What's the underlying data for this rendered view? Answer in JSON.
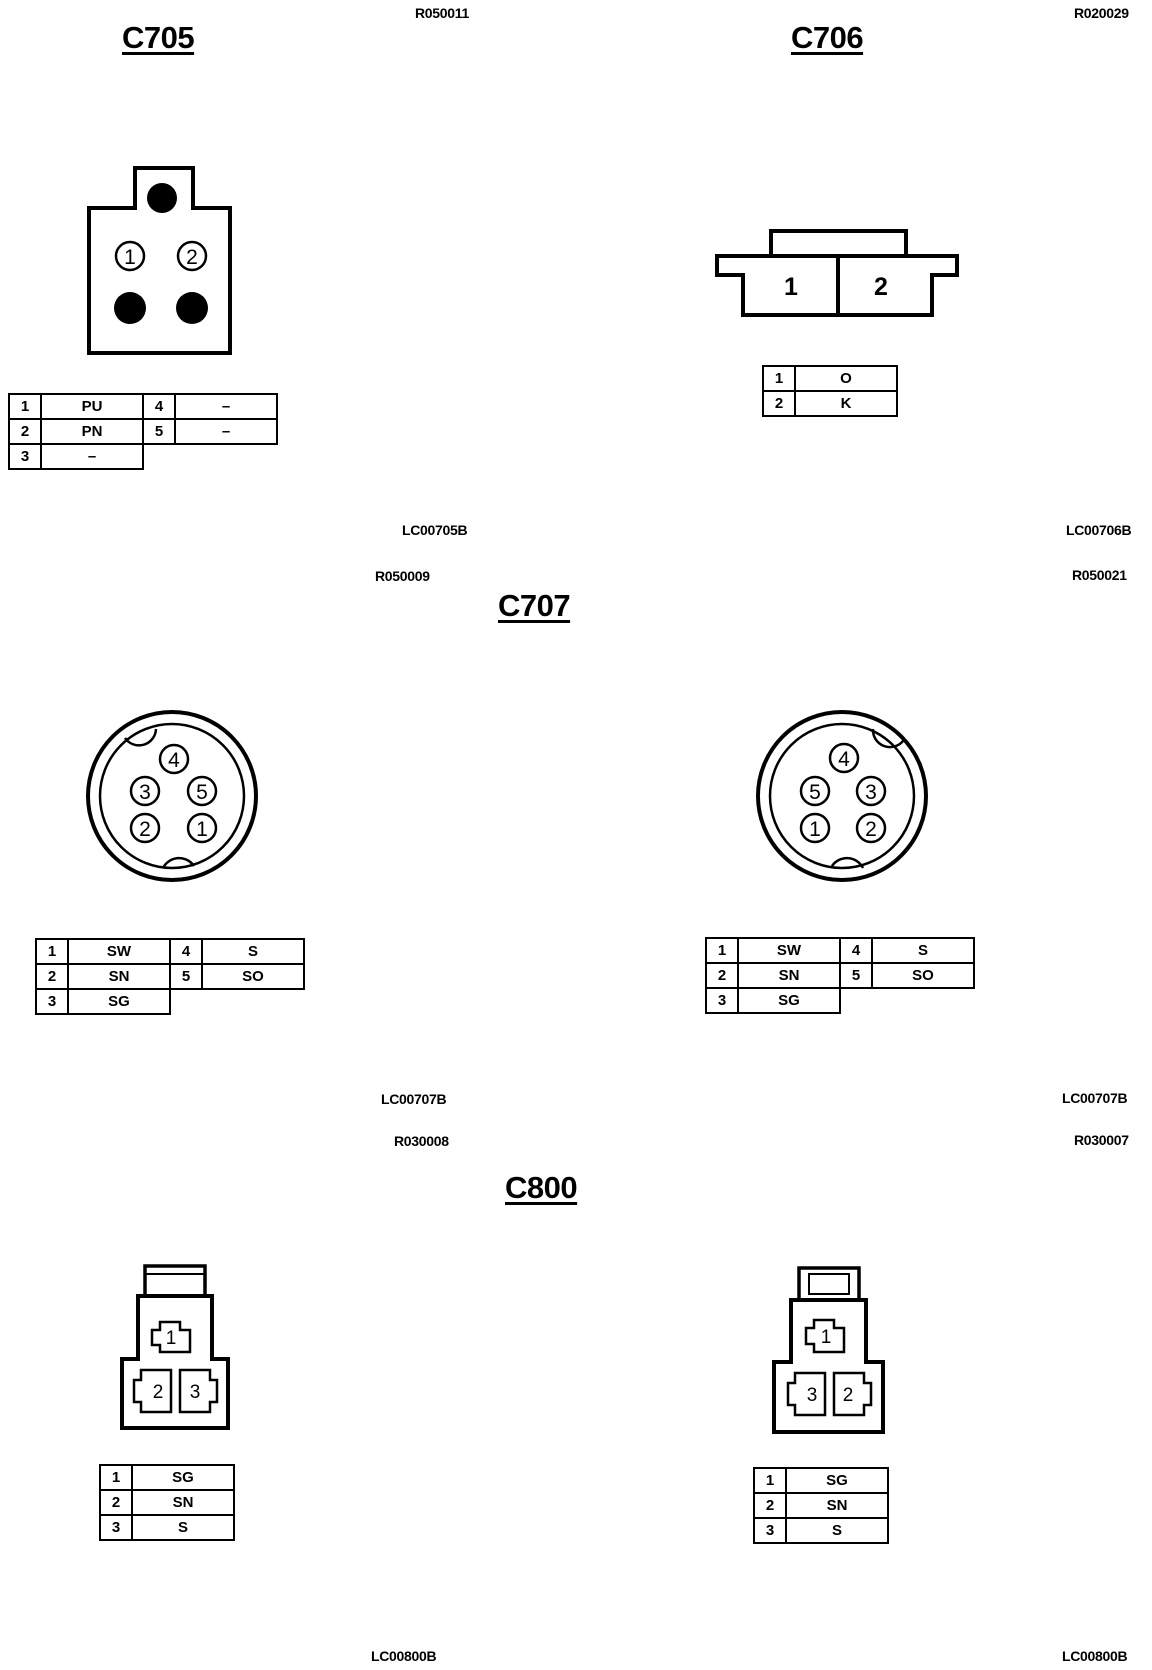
{
  "c705": {
    "title": "C705",
    "ref_top": "R050011",
    "ref_bottom": "LC00705B",
    "pin_labels": [
      "1",
      "2"
    ],
    "table": [
      {
        "n1": "1",
        "v1": "PU",
        "n2": "4",
        "v2": "–"
      },
      {
        "n1": "2",
        "v1": "PN",
        "n2": "5",
        "v2": "–"
      },
      {
        "n1": "3",
        "v1": "–"
      }
    ]
  },
  "c706": {
    "title": "C706",
    "ref_top": "R020029",
    "ref_bottom": "LC00706B",
    "pin_labels": [
      "1",
      "2"
    ],
    "table": [
      {
        "n1": "1",
        "v1": "O"
      },
      {
        "n1": "2",
        "v1": "K"
      }
    ]
  },
  "c707": {
    "title": "C707",
    "left": {
      "ref_top": "R050009",
      "ref_bottom": "LC00707B",
      "pin_labels": [
        "4",
        "3",
        "5",
        "2",
        "1"
      ],
      "table": [
        {
          "n1": "1",
          "v1": "SW",
          "n2": "4",
          "v2": "S"
        },
        {
          "n1": "2",
          "v1": "SN",
          "n2": "5",
          "v2": "SO"
        },
        {
          "n1": "3",
          "v1": "SG"
        }
      ]
    },
    "right": {
      "ref_top": "R050021",
      "ref_bottom": "LC00707B",
      "pin_labels": [
        "4",
        "5",
        "3",
        "1",
        "2"
      ],
      "table": [
        {
          "n1": "1",
          "v1": "SW",
          "n2": "4",
          "v2": "S"
        },
        {
          "n1": "2",
          "v1": "SN",
          "n2": "5",
          "v2": "SO"
        },
        {
          "n1": "3",
          "v1": "SG"
        }
      ]
    }
  },
  "c800": {
    "title": "C800",
    "left": {
      "ref_top": "R030008",
      "ref_bottom": "LC00800B",
      "pin_labels": [
        "1",
        "2",
        "3"
      ],
      "table": [
        {
          "n1": "1",
          "v1": "SG"
        },
        {
          "n1": "2",
          "v1": "SN"
        },
        {
          "n1": "3",
          "v1": "S"
        }
      ]
    },
    "right": {
      "ref_top": "R030007",
      "ref_bottom": "LC00800B",
      "pin_labels": [
        "1",
        "3",
        "2"
      ],
      "table": [
        {
          "n1": "1",
          "v1": "SG"
        },
        {
          "n1": "2",
          "v1": "SN"
        },
        {
          "n1": "3",
          "v1": "S"
        }
      ]
    }
  }
}
